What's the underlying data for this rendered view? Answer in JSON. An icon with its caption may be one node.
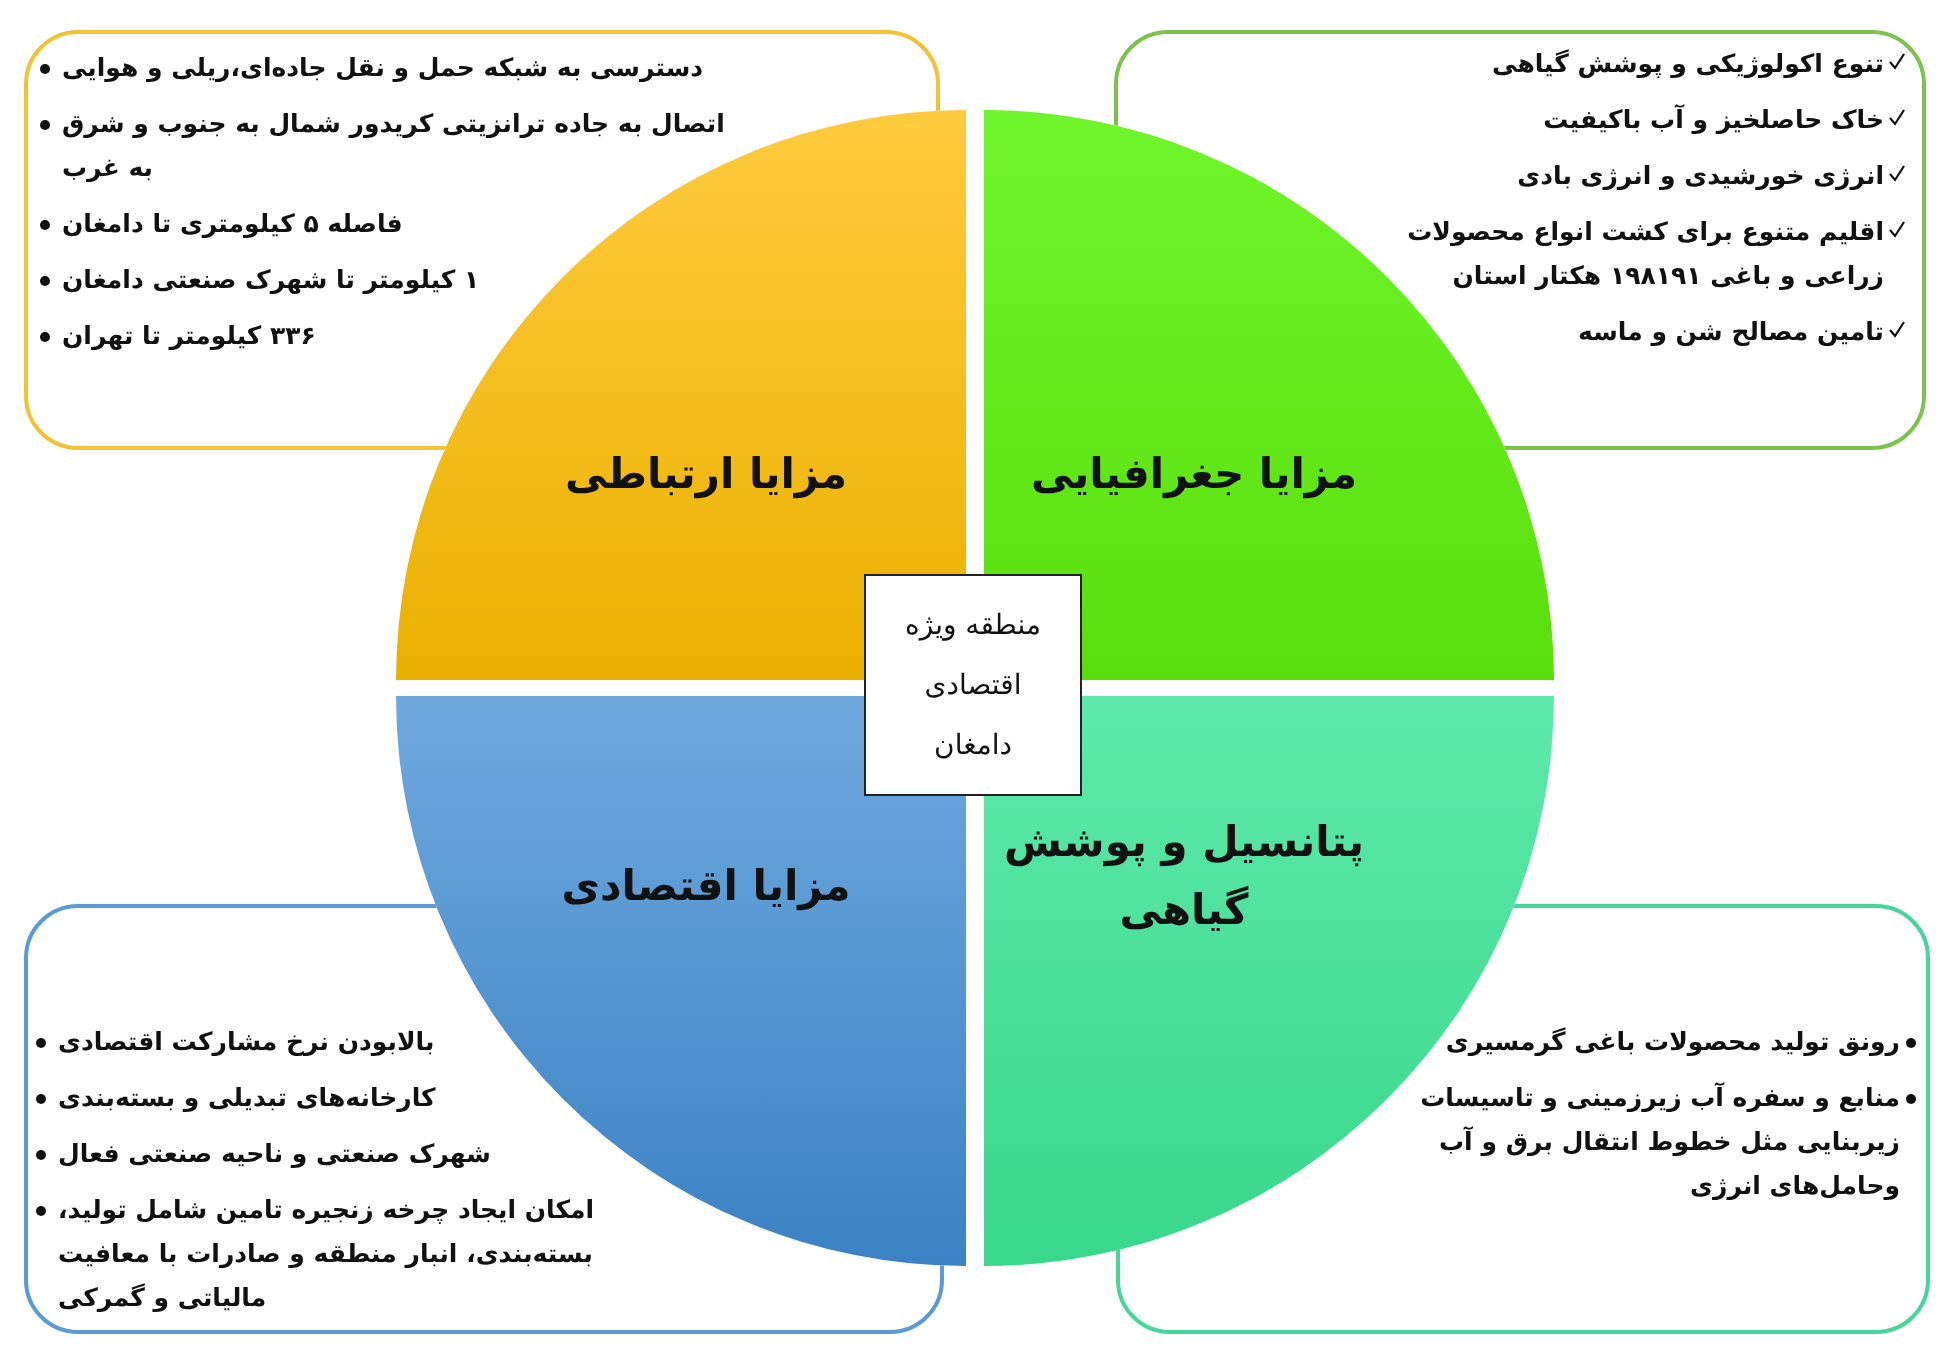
{
  "diagram": {
    "nodes": [
      {
        "text": [
          "دسترسی به شبکه حمل و نقل جاده‌ای،ریلی و هوایی",
          "اتصال به جاده ترانزیتی کریدور شمال به جنوب و شرق به غرب",
          "فاصله ۵ کیلومتری تا دامغان",
          "۱ کیلومتر تا شهرک صنعتی دامغان",
          "۳۳۶ کیلومتر تا تهران"
        ]
      },
      {
        "text": [
          "تنوع اکولوژیکی و پوشش گیاهی",
          "خاک حاصلخیز و آب باکیفیت",
          "انرژی خورشیدی و انرژی بادی",
          "اقلیم متنوع برای کشت انواع محصولات زراعی و باغی ۱۹۸۱۹۱ هکتار استان",
          "تامین مصالح شن و ماسه"
        ]
      },
      {
        "text": [
          "مزایا ارتباطی"
        ]
      },
      {
        "text": [
          "مزایا جغرافیایی"
        ]
      },
      {
        "text": [
          "منطقه ویژه اقتصادی دامغان"
        ]
      },
      {
        "text": [
          "مزایا اقتصادی"
        ]
      },
      {
        "text": [
          "پتانسیل و پوشش گیاهی"
        ]
      },
      {
        "text": [
          "بالابودن نرخ مشارکت اقتصادی",
          "کارخانه‌های تبدیلی و بسته‌بندی",
          "شهرک صنعتی و ناحیه صنعتی فعال",
          "امکان ایجاد چرخه زنجیره تامین شامل تولید، بسته‌بندی، انبار منطقه و صادرات با معافیت مالیاتی و گمرکی"
        ]
      },
      {
        "text": [
          "رونق تولید محصولات باغی گرمسیری",
          "منابع و سفره آب زیرزمینی و تاسیسات زیربنایی مثل خطوط انتقال برق و آب وحامل‌های انرژی"
        ]
      }
    ]
  }
}
